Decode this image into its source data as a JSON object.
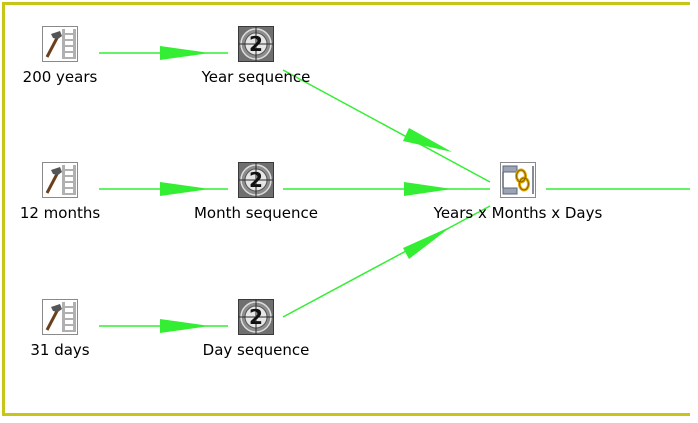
{
  "canvas": {
    "border_color": "#c6c619",
    "hop_color": "#33ee33"
  },
  "steps": [
    {
      "id": "gen-years",
      "label": "200 years",
      "icon": "generate-rows-icon"
    },
    {
      "id": "seq-year",
      "label": "Year sequence",
      "icon": "sequence-icon",
      "badge": "2"
    },
    {
      "id": "gen-months",
      "label": "12 months",
      "icon": "generate-rows-icon"
    },
    {
      "id": "seq-month",
      "label": "Month sequence",
      "icon": "sequence-icon",
      "badge": "2"
    },
    {
      "id": "join",
      "label": "Years x Months x Days",
      "icon": "join-rows-icon"
    },
    {
      "id": "gen-days",
      "label": "31 days",
      "icon": "generate-rows-icon"
    },
    {
      "id": "seq-day",
      "label": "Day sequence",
      "icon": "sequence-icon",
      "badge": "2"
    }
  ]
}
